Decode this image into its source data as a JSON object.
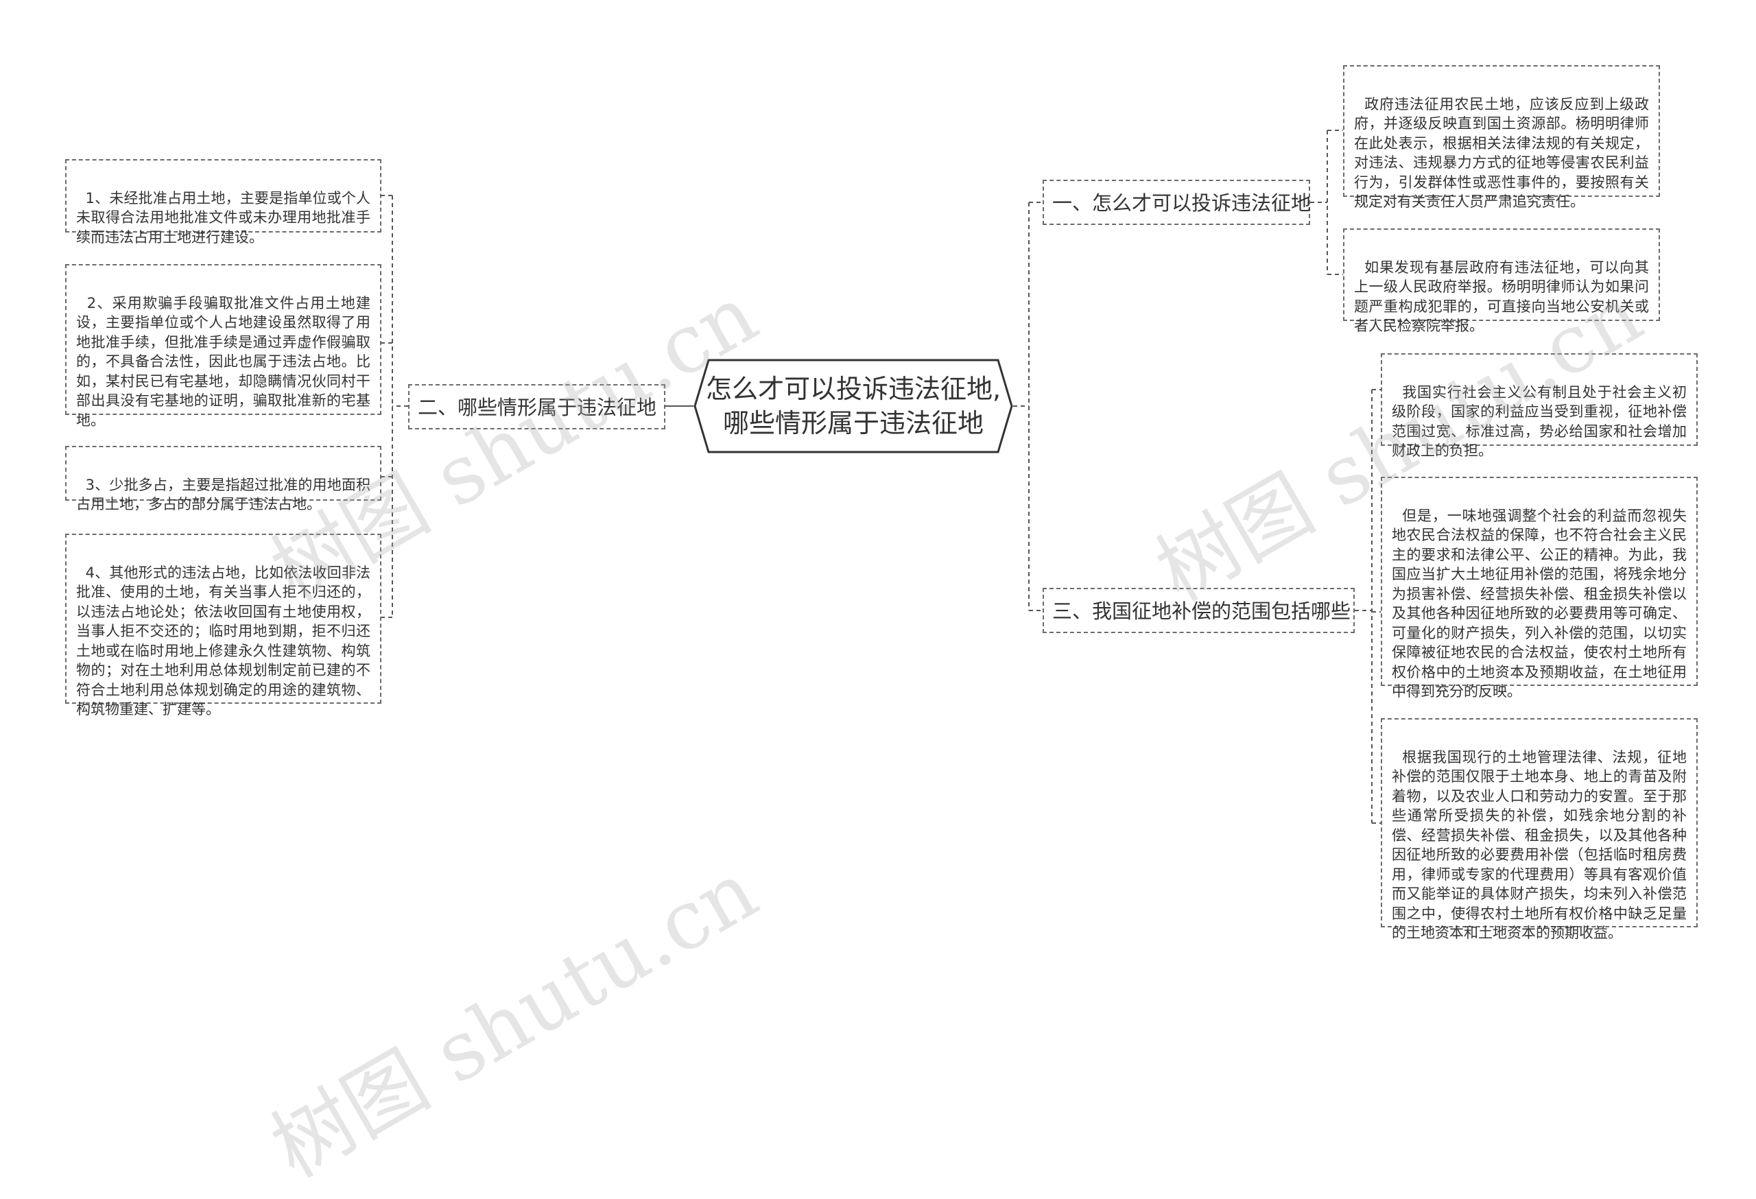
{
  "center": {
    "title": "怎么才可以投诉违法征地,\n哪些情形属于违法征地"
  },
  "branches": {
    "b1": {
      "label": "一、怎么才可以投诉违法征地"
    },
    "b2": {
      "label": "二、哪些情形属于违法征地"
    },
    "b3": {
      "label": "三、我国征地补偿的范围包括哪些"
    }
  },
  "leaves": {
    "b1_1": "政府违法征用农民土地，应该反应到上级政府，并逐级反映直到国土资源部。杨明明律师在此处表示，根据相关法律法规的有关规定，对违法、违规暴力方式的征地等侵害农民利益行为，引发群体性或恶性事件的，要按照有关规定对有关责任人员严肃追究责任。",
    "b1_2": "如果发现有基层政府有违法征地，可以向其上一级人民政府举报。杨明明律师认为如果问题严重构成犯罪的，可直接向当地公安机关或者人民检察院举报。",
    "b2_1": "1、未经批准占用土地，主要是指单位或个人未取得合法用地批准文件或未办理用地批准手续而违法占用土地进行建设。",
    "b2_2": "2、采用欺骗手段骗取批准文件占用土地建设，主要指单位或个人占地建设虽然取得了用地批准手续，但批准手续是通过弄虚作假骗取的，不具备合法性，因此也属于违法占地。比如，某村民已有宅基地，却隐瞒情况伙同村干部出具没有宅基地的证明，骗取批准新的宅基地。",
    "b2_3": "3、少批多占，主要是指超过批准的用地面积占用土地，多占的部分属于违法占地。",
    "b2_4": "4、其他形式的违法占地，比如依法收回非法批准、使用的土地，有关当事人拒不归还的，以违法占地论处；依法收回国有土地使用权，当事人拒不交还的；临时用地到期，拒不归还土地或在临时用地上修建永久性建筑物、构筑物的；对在土地利用总体规划制定前已建的不符合土地利用总体规划确定的用途的建筑物、构筑物重建、扩建等。",
    "b3_1": "我国实行社会主义公有制且处于社会主义初级阶段，国家的利益应当受到重视，征地补偿范围过宽、标准过高，势必给国家和社会增加财政上的负担。",
    "b3_2": "但是，一味地强调整个社会的利益而忽视失地农民合法权益的保障，也不符合社会主义民主的要求和法律公平、公正的精神。为此，我国应当扩大土地征用补偿的范围，将残余地分为损害补偿、经营损失补偿、租金损失补偿以及其他各种因征地所致的必要费用等可确定、可量化的财产损失，列入补偿的范围，以切实保障被征地农民的合法权益，使农村土地所有权价格中的土地资本及预期收益，在土地征用中得到充分的反映。",
    "b3_3": "根据我国现行的土地管理法律、法规，征地补偿的范围仅限于土地本身、地上的青苗及附着物，以及农业人口和劳动力的安置。至于那些通常所受损失的补偿，如残余地分割的补偿、经营损失补偿、租金损失，以及其他各种因征地所致的必要费用补偿（包括临时租房费用，律师或专家的代理费用）等具有客观价值而又能举证的具体财产损失，均未列入补偿范围之中，使得农村土地所有权价格中缺乏足量的土地资本和土地资本的预期收益。"
  },
  "watermark": {
    "text": "树图 shutu.cn"
  },
  "colors": {
    "line": "#555555",
    "border": "#6b6b6b",
    "text": "#333333"
  }
}
